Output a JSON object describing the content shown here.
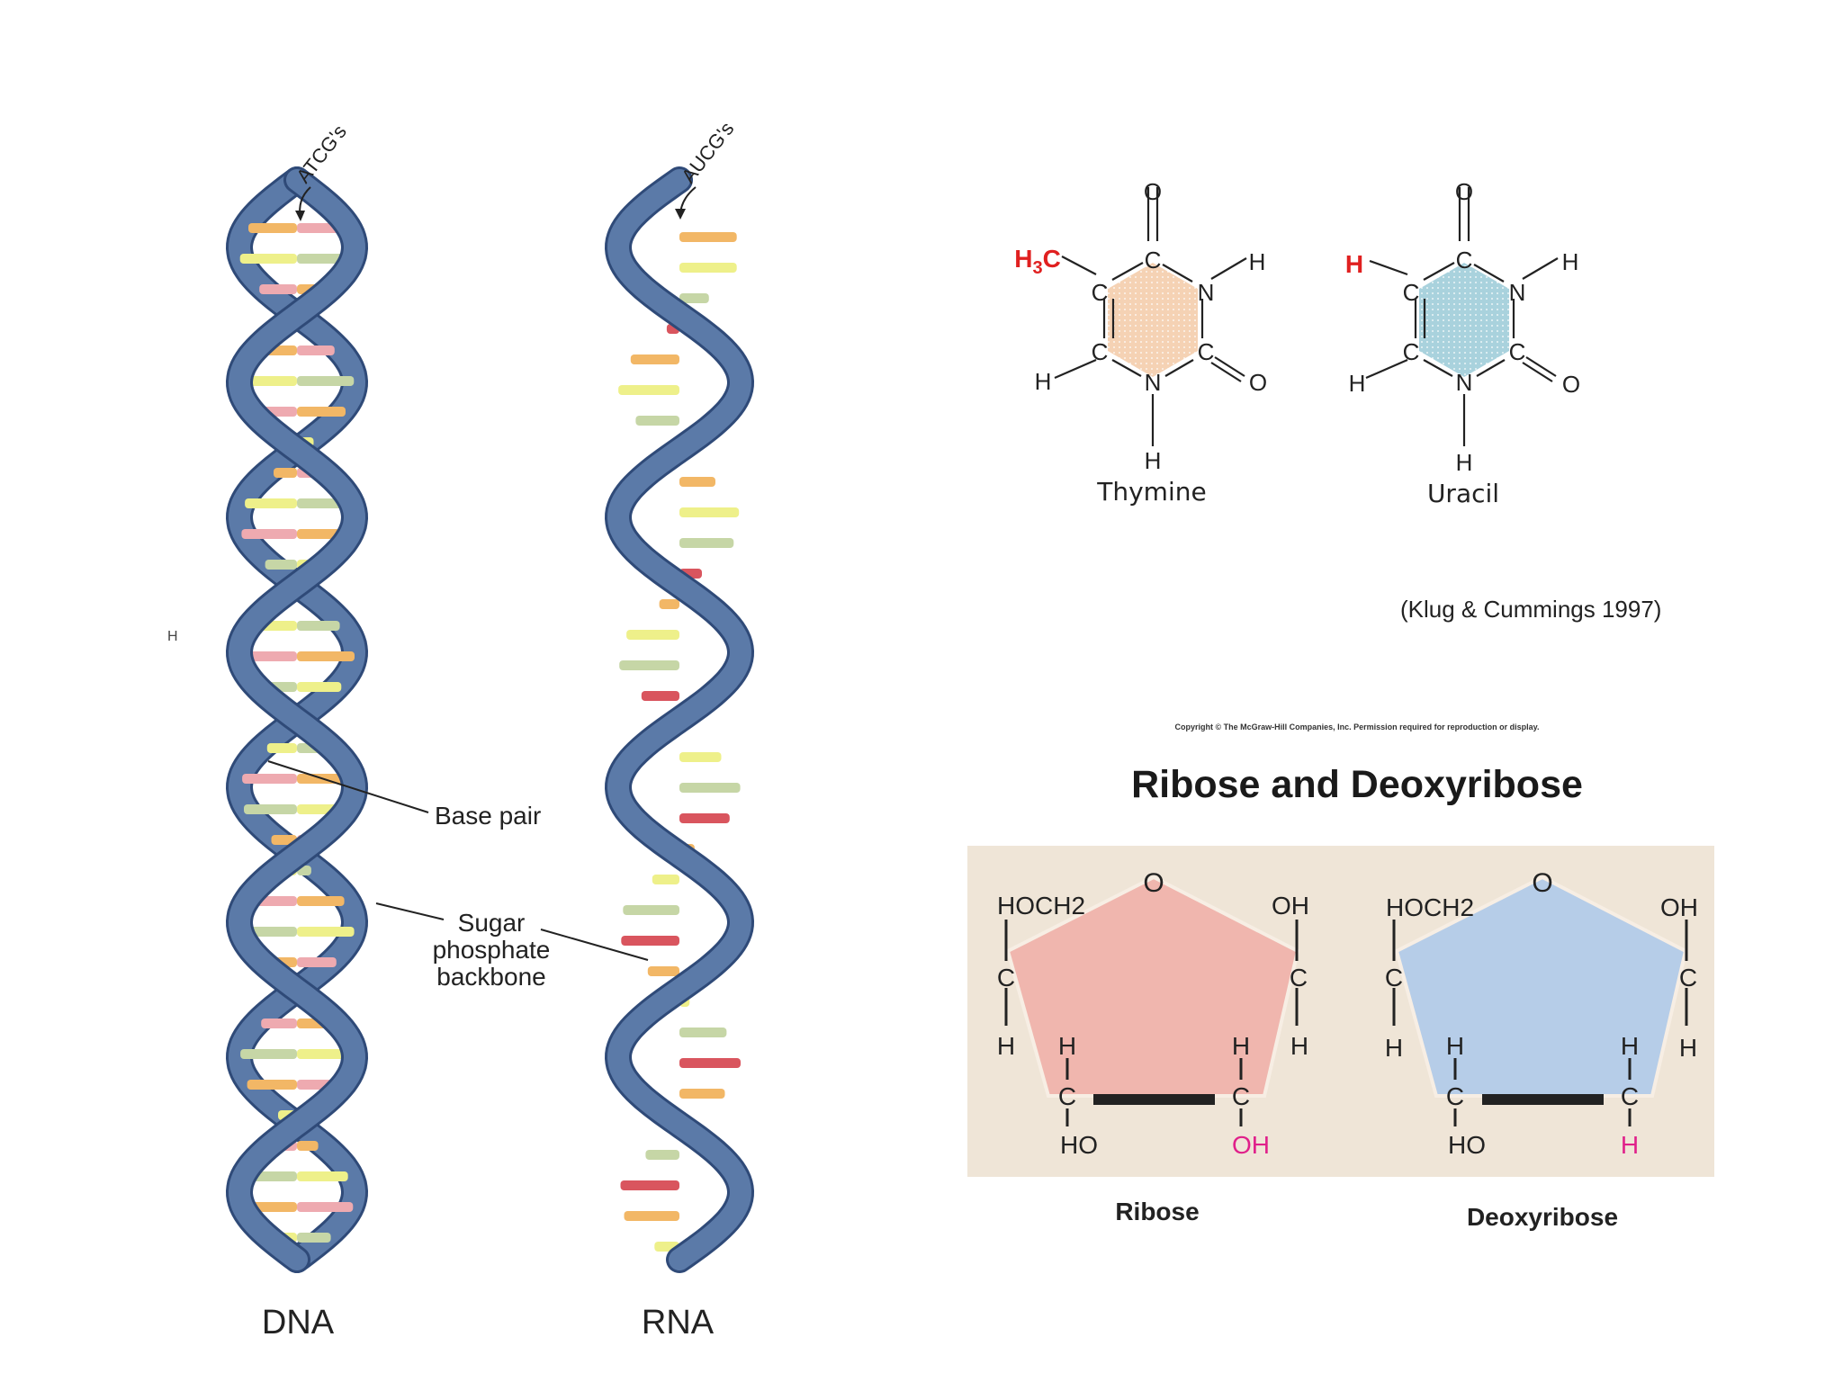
{
  "dna": {
    "bases_label": "ATCG's",
    "title": "DNA",
    "stray_mark": "H",
    "base_pair_callout": "Base pair",
    "backbone_callout": [
      "Sugar",
      "phosphate",
      "backbone"
    ]
  },
  "rna": {
    "bases_label": "AUCG's",
    "title": "RNA"
  },
  "colors": {
    "backbone": "#5b7aa8",
    "backbone_edge": "#2f4a78",
    "base_orange": "#f2b766",
    "base_pink": "#eeaab0",
    "base_yellow": "#eef08a",
    "base_green": "#c6d6a6",
    "base_red": "#d9555e",
    "thymine_ring": "#f5d2b4",
    "uracil_ring": "#a9d2dd",
    "ribose_ring": "#f0b6ae",
    "deoxyribose_ring": "#b6cde8",
    "sugar_panel": "#efe5d7",
    "highlight_red": "#e02020",
    "highlight_magenta": "#e0208a"
  },
  "thymine": {
    "name": "Thymine",
    "methyl": "H3C",
    "atoms": {
      "top_o": "O",
      "c4": "C",
      "n3": "N",
      "h3": "H",
      "c2": "C",
      "o2": "O",
      "n1": "N",
      "h1": "H",
      "c6": "C",
      "h6": "H",
      "c5": "C"
    }
  },
  "uracil": {
    "name": "Uracil",
    "h5": "H",
    "atoms": {
      "top_o": "O",
      "c4": "C",
      "n3": "N",
      "h3": "H",
      "c2": "C",
      "o2": "O",
      "n1": "N",
      "h1": "H",
      "c6": "C",
      "h6": "H",
      "c5": "C"
    }
  },
  "citation": "(Klug & Cummings 1997)",
  "copyright": "Copyright © The McGraw-Hill Companies, Inc. Permission required for reproduction or display.",
  "sugars_title": "Ribose and Deoxyribose",
  "ribose": {
    "name": "Ribose",
    "ring_o": "O",
    "hoch2": "HOCH2",
    "oh1": "OH",
    "c4": "C",
    "h4": "H",
    "c1": "C",
    "h1": "H",
    "c3": "C",
    "h3": "H",
    "o3": "HO",
    "c2": "C",
    "h2": "H",
    "o2": "OH"
  },
  "deoxyribose": {
    "name": "Deoxyribose",
    "ring_o": "O",
    "hoch2": "HOCH2",
    "oh1": "OH",
    "c4": "C",
    "h4": "H",
    "c1": "C",
    "h1": "H",
    "c3": "C",
    "h3": "H",
    "o3": "HO",
    "c2": "C",
    "h2": "H",
    "o2": "H"
  }
}
